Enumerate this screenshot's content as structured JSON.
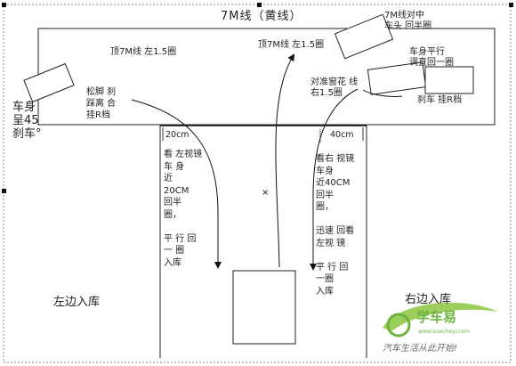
{
  "diagram": {
    "title": "7M线（黄线）",
    "labels": {
      "top_left_7m": "顶7M线 左1.5圈",
      "top_mid_7m": "顶7M线 左1.5圈",
      "align_7m_line1": "7M线对中",
      "align_7m_line2": "车头 回半圈",
      "parallel_line1": "车身平行",
      "parallel_line2": "调直回一圈",
      "window_line1": "对准窗花 线",
      "window_line2": "右1.5圈",
      "brake_r": "刹车 挂R档",
      "left_brake_line1": "车身",
      "left_brake_line2": "呈45",
      "left_brake_line3": "刹车°",
      "clutch_line1": "松脚 刹",
      "clutch_line2": "踩离 合",
      "clutch_line3": "挂R档",
      "dist_left": "20cm",
      "dist_right": "40cm",
      "left_mirror": [
        "看 左视镜",
        "车 身",
        "近",
        "20CM",
        "回半",
        "圈，",
        "",
        "平 行 回",
        "一 圈",
        "入库"
      ],
      "right_mirror": [
        "看右 视镜",
        "车身",
        "近40CM",
        "回半",
        "圈，",
        "",
        "迅速 回看",
        "左视 镜",
        "",
        "平 行 回",
        "一圈",
        "入库"
      ],
      "left_park": "左边入库",
      "right_park": "右边入库"
    },
    "watermark": {
      "brand": "学车易",
      "url": "www.xuecheyi.com",
      "slogan": "汽车生活从此开始!"
    }
  }
}
